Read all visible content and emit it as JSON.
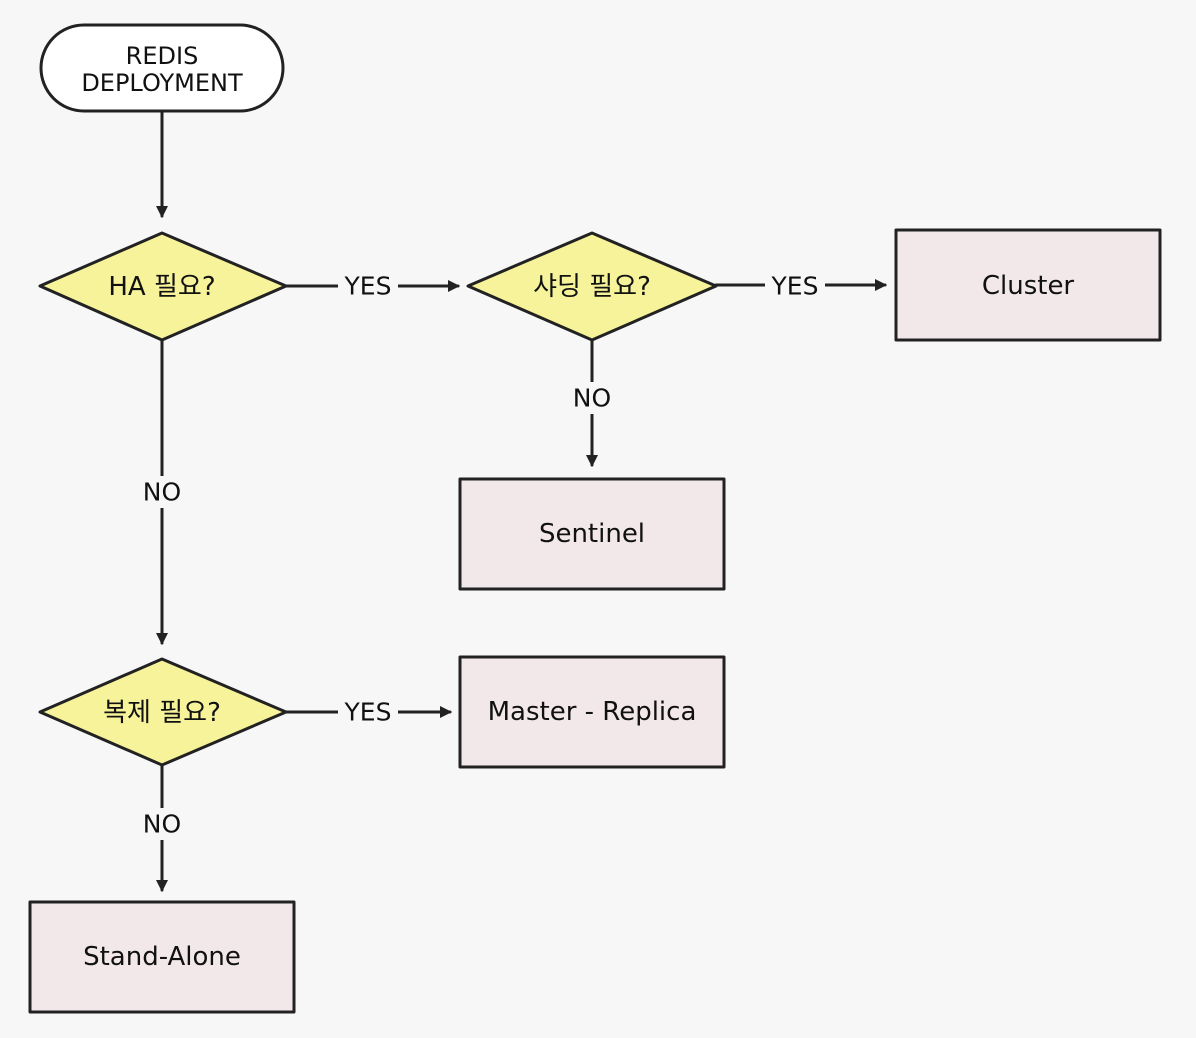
{
  "diagram": {
    "start": {
      "line1": "REDIS",
      "line2": "DEPLOYMENT"
    },
    "decisions": {
      "ha": "HA 필요?",
      "sharding": "샤딩 필요?",
      "replication": "복제 필요?"
    },
    "results": {
      "cluster": "Cluster",
      "sentinel": "Sentinel",
      "master_replica": "Master - Replica",
      "standalone": "Stand-Alone"
    },
    "edges": {
      "ha_yes": "YES",
      "ha_no": "NO",
      "sharding_yes": "YES",
      "sharding_no": "NO",
      "replication_yes": "YES",
      "replication_no": "NO"
    },
    "colors": {
      "decision_fill": "#f6f39a",
      "result_fill": "#f2e8e9",
      "start_fill": "#ffffff",
      "stroke": "#222222",
      "background": "#f6f7f6"
    }
  }
}
